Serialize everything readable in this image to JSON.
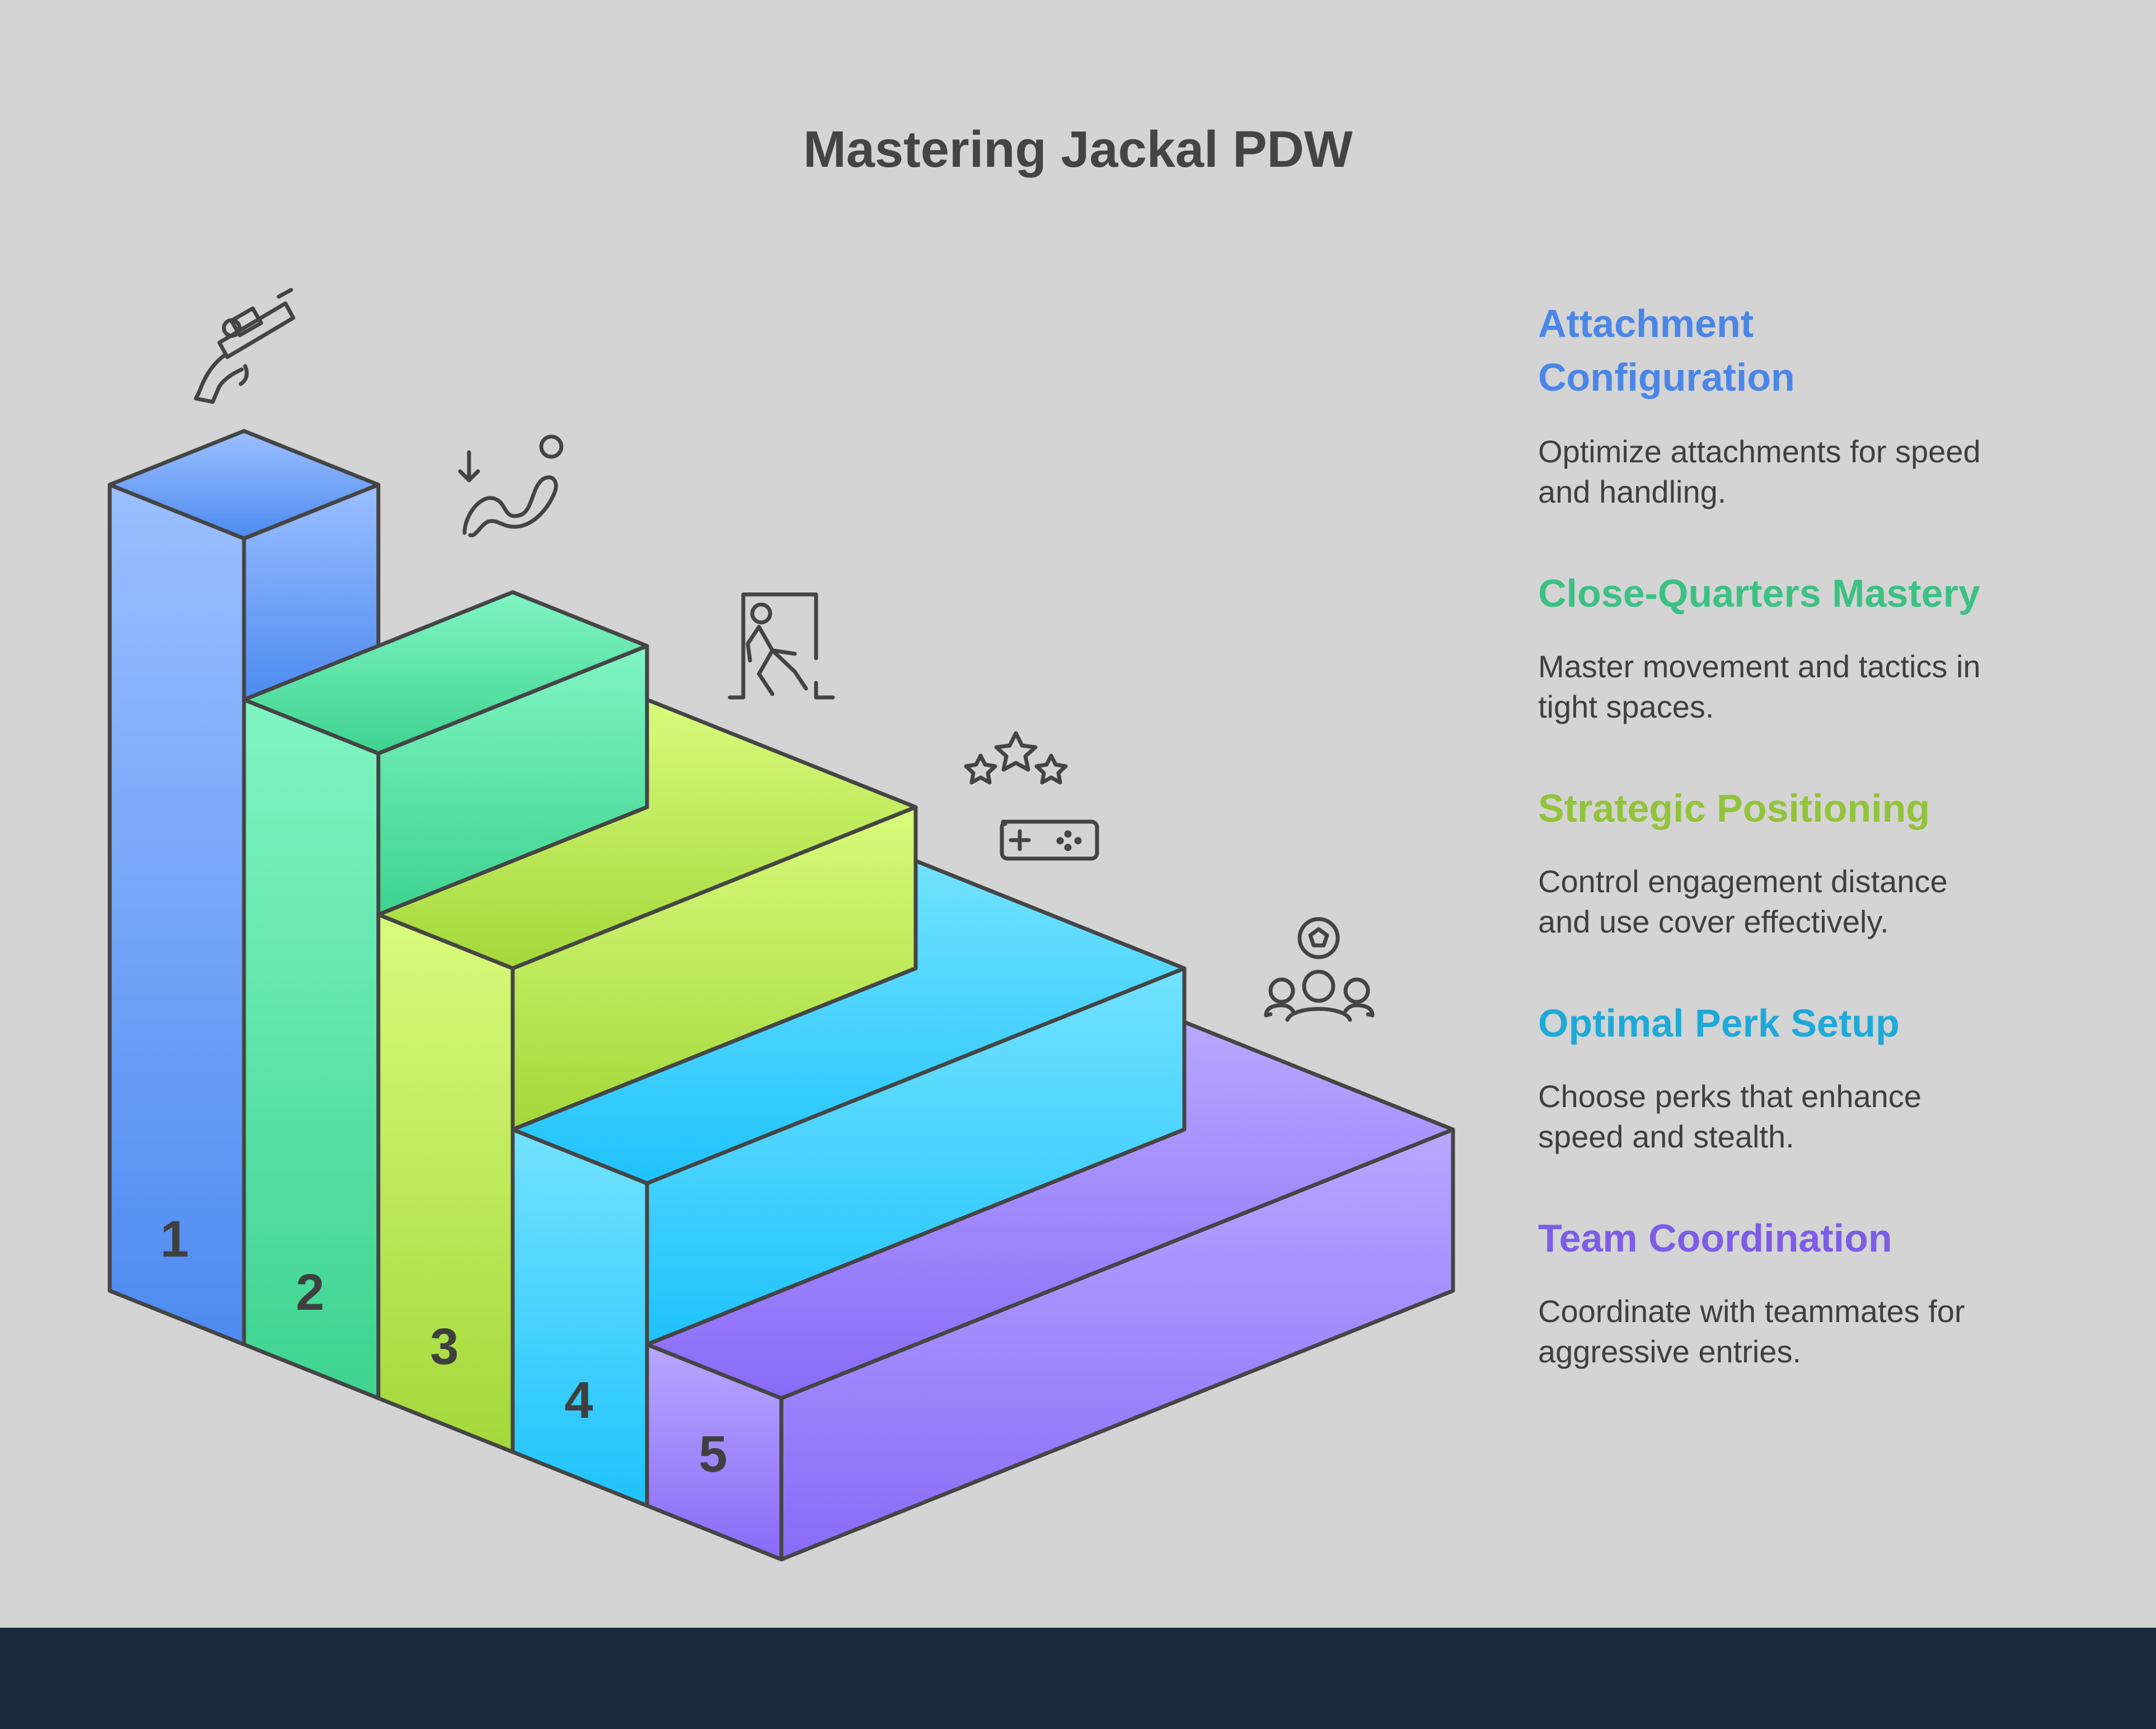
{
  "title": "Mastering Jackal PDW",
  "colors": {
    "background": "#d4d4d4",
    "footer_bar": "#1a2b3f",
    "outline": "#454545",
    "text_dark": "#3f3f3f"
  },
  "steps": [
    {
      "number": "1",
      "heading_line1": "Attachment",
      "heading_line2": "Configuration",
      "description_line1": "Optimize attachments for speed",
      "description_line2": "and handling.",
      "accent": "#4a86e8",
      "icon": "gun-attachment-icon"
    },
    {
      "number": "2",
      "heading_line1": "Close-Quarters Mastery",
      "heading_line2": "",
      "description_line1": "Master movement and tactics in",
      "description_line2": "tight spaces.",
      "accent": "#3cc184",
      "icon": "sliding-figure-icon"
    },
    {
      "number": "3",
      "heading_line1": "Strategic Positioning",
      "heading_line2": "",
      "description_line1": "Control engagement distance",
      "description_line2": "and use cover effectively.",
      "accent": "#93c33b",
      "icon": "running-exit-icon"
    },
    {
      "number": "4",
      "heading_line1": "Optimal Perk Setup",
      "heading_line2": "",
      "description_line1": "Choose perks that enhance",
      "description_line2": "speed and stealth.",
      "accent": "#1eaad9",
      "icon": "gamepad-stars-icon"
    },
    {
      "number": "5",
      "heading_line1": "Team Coordination",
      "heading_line2": "",
      "description_line1": "Coordinate with teammates for",
      "description_line2": "aggressive entries.",
      "accent": "#7d5ce8",
      "icon": "team-ball-icon"
    }
  ]
}
